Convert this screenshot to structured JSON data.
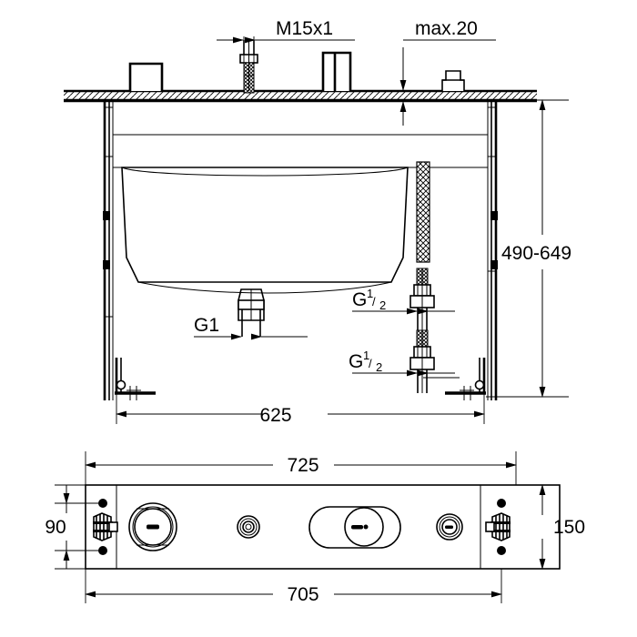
{
  "drawing": {
    "type": "technical-dimension-drawing",
    "title": "Concealed bath/shower body installation drawing",
    "units": "mm",
    "background_color": "#ffffff",
    "line_color": "#000000",
    "views": [
      {
        "name": "side-elevation",
        "position": "top"
      },
      {
        "name": "plan-view",
        "position": "bottom"
      }
    ],
    "labels": {
      "thread_top": "M15x1",
      "max_thickness": "max.20",
      "drain_connection": "G1",
      "water_inlet_upper_base": "G",
      "water_inlet_upper_sup": "1",
      "water_inlet_upper_sub": "2",
      "water_inlet_lower_base": "G",
      "water_inlet_lower_sup": "1",
      "water_inlet_lower_sub": "2",
      "height_range": "490-649",
      "width_feet": "625",
      "width_outer": "725",
      "width_body": "705",
      "height_mount": "90",
      "height_body": "150"
    }
  }
}
